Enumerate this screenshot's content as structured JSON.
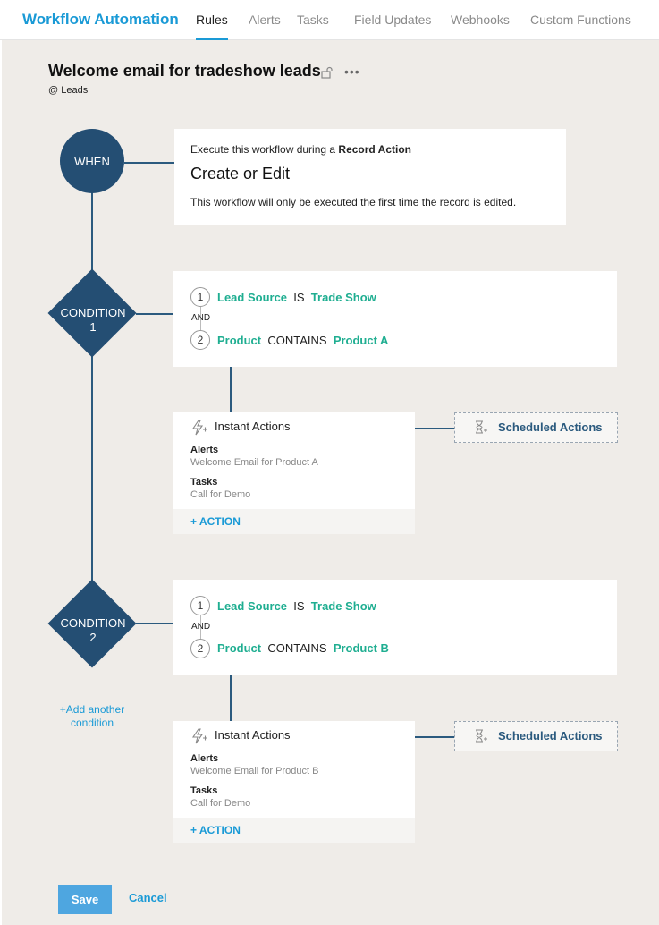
{
  "header": {
    "brand": "Workflow Automation",
    "tabs": [
      "Rules",
      "Alerts",
      "Tasks",
      "Field Updates",
      "Webhooks",
      "Custom Functions"
    ],
    "active_tab": "Rules"
  },
  "rule": {
    "title": "Welcome email for tradeshow leads",
    "module": "@ Leads"
  },
  "when": {
    "label": "WHEN",
    "line1_prefix": "Execute this workflow during a ",
    "line1_bold": "Record Action",
    "action": "Create or Edit",
    "note": "This workflow will only be executed the first time the record is edited."
  },
  "conditions": [
    {
      "label_line1": "CONDITION",
      "label_line2": "1",
      "and_label": "AND",
      "criteria": [
        {
          "num": "1",
          "field": "Lead Source",
          "op": "IS",
          "value": "Trade Show"
        },
        {
          "num": "2",
          "field": "Product",
          "op": "CONTAINS",
          "value": "Product A"
        }
      ],
      "instant_title": "Instant Actions",
      "actions": [
        {
          "head": "Alerts",
          "value": "Welcome Email for Product A"
        },
        {
          "head": "Tasks",
          "value": "Call for Demo"
        }
      ],
      "add_action": "+ ACTION",
      "scheduled": "Scheduled Actions"
    },
    {
      "label_line1": "CONDITION",
      "label_line2": "2",
      "and_label": "AND",
      "criteria": [
        {
          "num": "1",
          "field": "Lead Source",
          "op": "IS",
          "value": "Trade Show"
        },
        {
          "num": "2",
          "field": "Product",
          "op": "CONTAINS",
          "value": "Product B"
        }
      ],
      "instant_title": "Instant Actions",
      "actions": [
        {
          "head": "Alerts",
          "value": "Welcome Email for Product B"
        },
        {
          "head": "Tasks",
          "value": "Call for Demo"
        }
      ],
      "add_action": "+ ACTION",
      "scheduled": "Scheduled Actions"
    }
  ],
  "add_condition": {
    "line1": "+Add another",
    "line2": "condition"
  },
  "footer": {
    "save": "Save",
    "cancel": "Cancel"
  },
  "colors": {
    "brand": "#1a9ad6",
    "node": "#244e73",
    "field": "#1fae91",
    "canvas": "#efece8"
  },
  "icons": {
    "lock": "unlock-icon",
    "more": "more-horizontal-icon",
    "instant": "lightning-icon",
    "scheduled": "hourglass-icon"
  }
}
